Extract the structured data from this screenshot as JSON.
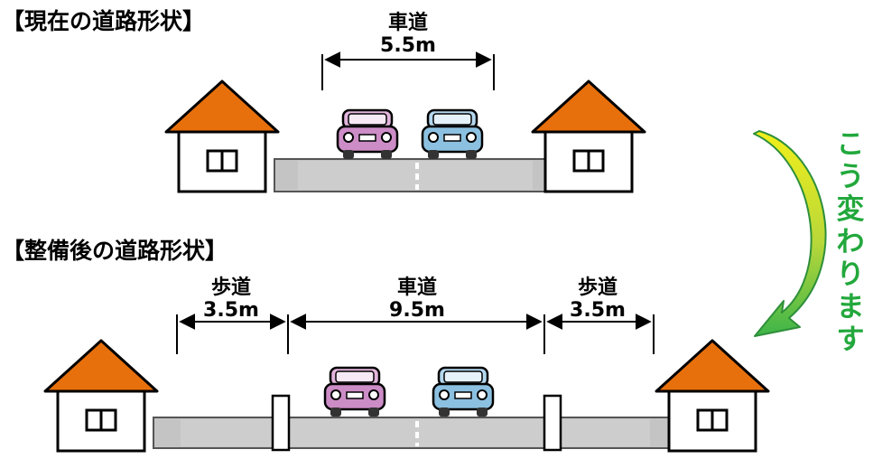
{
  "current": {
    "title": "【現在の道路形状】",
    "roadway": {
      "label": "車道",
      "width": "5.5m"
    }
  },
  "planned": {
    "title": "【整備後の道路形状】",
    "sidewalk_left": {
      "label": "歩道",
      "width": "3.5m"
    },
    "roadway": {
      "label": "車道",
      "width": "9.5m"
    },
    "sidewalk_right": {
      "label": "歩道",
      "width": "3.5m"
    }
  },
  "transition": {
    "text": "こう変わります"
  },
  "colors": {
    "roof": "#e8700c",
    "road": "#c4c4c4",
    "arrow_top": "#e9e91a",
    "arrow_bottom": "#3db549",
    "text_green": "#22a83c",
    "car_pink": "#cc8cc6",
    "car_blue": "#8cc0e0"
  }
}
